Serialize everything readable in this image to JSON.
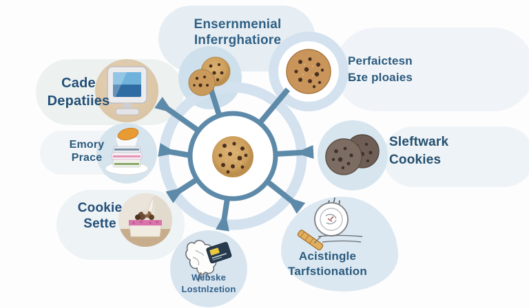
{
  "diagram": {
    "type": "hub-and-spoke",
    "center": {
      "icon": "chocolate-chip-cookie-photo"
    },
    "colors": {
      "accent": "#5e8aa9",
      "bubble": "#d7e5ef",
      "ring_light": "#d3e2ee",
      "text": "#2a5a7d"
    },
    "nodes": {
      "environmental_integrations": {
        "line1": "Ensernmenial",
        "line2": "Inferrghatiore",
        "icon": "cookie-pair-photo"
      },
      "code_updates": {
        "line1": "Cade",
        "line2": "Depatiies",
        "icon": "retro-computer-photo"
      },
      "memory_price": {
        "line1": "Emory",
        "line2": "Prace",
        "icon": "plate-stack-photo"
      },
      "cookie_sette": {
        "line1": "Cookie",
        "line2": "Sette",
        "icon": "cake-photo"
      },
      "website_localization": {
        "line1": "Webske",
        "line2": "Lostnlzetion",
        "icon": "map-card-sketch"
      },
      "testing": {
        "line1": "Acistingle",
        "line2": "Tarfstionation",
        "icon": "magnifier-sketch"
      },
      "software_cookies": {
        "line1": "Sleftwark",
        "line2": "Cookies",
        "icon": "dark-cookies-photo"
      },
      "performance": {
        "line1": "Perfaictesn",
        "line2": "Бɪe ploaies",
        "icon": "cookie-photo"
      }
    }
  }
}
